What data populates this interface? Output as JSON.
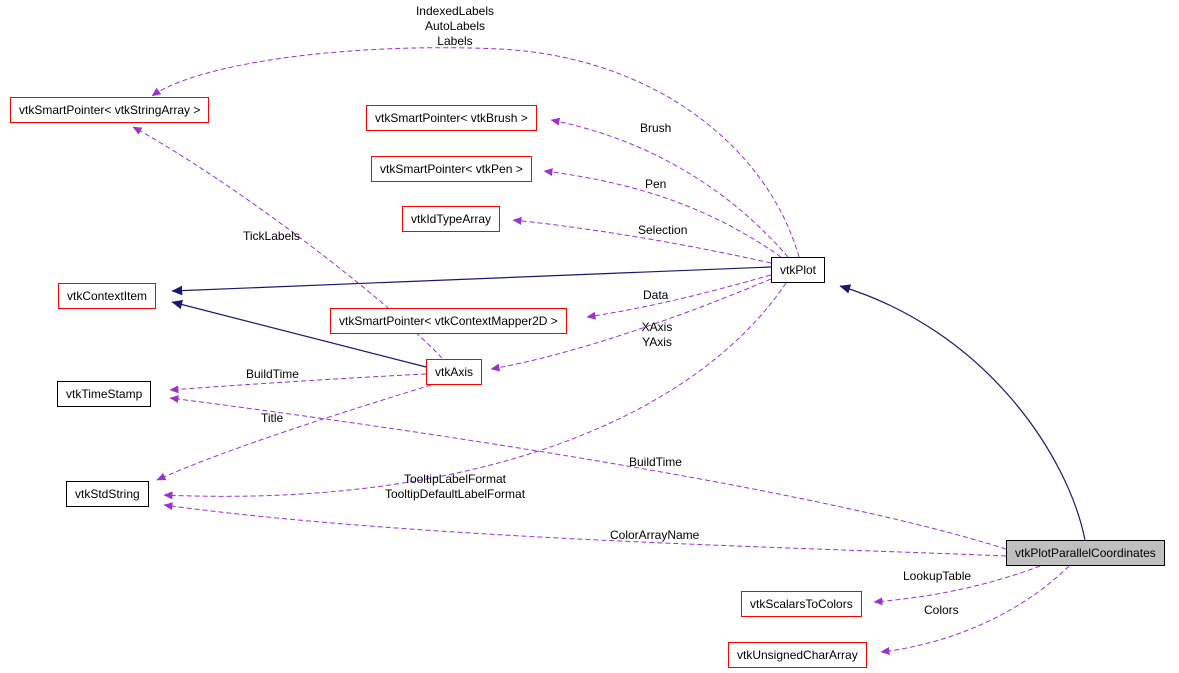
{
  "diagram": {
    "type": "doxygen-collaboration-graph",
    "main_class": "vtkPlotParallelCoordinates",
    "colors": {
      "inheritance_edge": "#191970",
      "usage_edge": "#9a32cd",
      "linked_node_border": "#ff0000",
      "plain_node_border": "#000000",
      "main_node_fill": "#bfbfbf",
      "node_fill": "#ffffff"
    },
    "nodes": {
      "stringArray": {
        "label": "vtkSmartPointer< vtkStringArray >"
      },
      "brush": {
        "label": "vtkSmartPointer< vtkBrush >"
      },
      "pen": {
        "label": "vtkSmartPointer< vtkPen >"
      },
      "idTypeArray": {
        "label": "vtkIdTypeArray"
      },
      "plot": {
        "label": "vtkPlot"
      },
      "contextItem": {
        "label": "vtkContextItem"
      },
      "contextMapper": {
        "label": "vtkSmartPointer< vtkContextMapper2D >"
      },
      "axis": {
        "label": "vtkAxis"
      },
      "timeStamp": {
        "label": "vtkTimeStamp"
      },
      "stdString": {
        "label": "vtkStdString"
      },
      "parallelCoordinates": {
        "label": "vtkPlotParallelCoordinates"
      },
      "scalarsToColors": {
        "label": "vtkScalarsToColors"
      },
      "unsignedCharArray": {
        "label": "vtkUnsignedCharArray"
      }
    },
    "edge_labels": {
      "plot_labels": "IndexedLabels\nAutoLabels\nLabels",
      "brush": "Brush",
      "pen": "Pen",
      "selection": "Selection",
      "tick_labels": "TickLabels",
      "data": "Data",
      "axes": "XAxis\nYAxis",
      "build_time_axis": "BuildTime",
      "title": "Title",
      "tooltip": "TooltipLabelFormat\nTooltipDefaultLabelFormat",
      "build_time_plot": "BuildTime",
      "color_array_name": "ColorArrayName",
      "lookup_table": "LookupTable",
      "colors": "Colors"
    }
  }
}
